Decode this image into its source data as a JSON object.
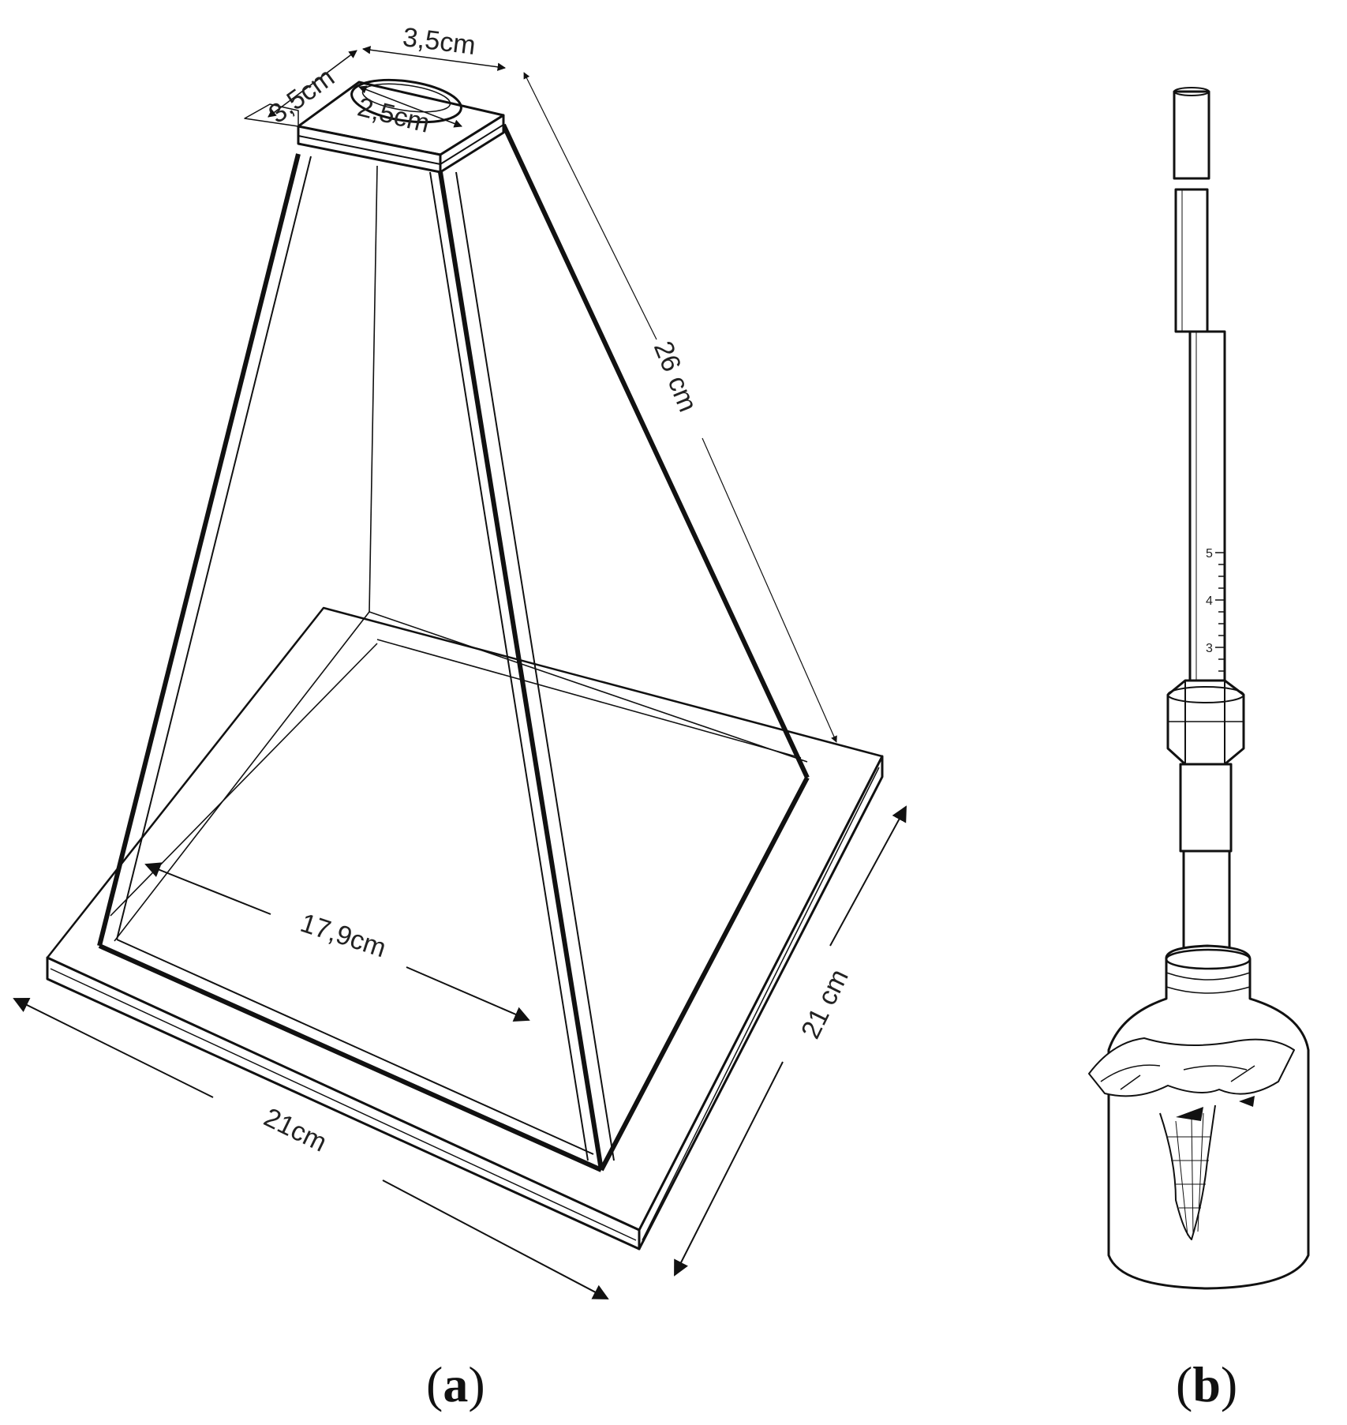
{
  "panels": [
    {
      "caption_open": "(",
      "caption_letter": "a",
      "caption_close": ")",
      "dimensions": {
        "top_width": "3,5cm",
        "top_depth": "3,5cm",
        "hole_diameter": "2,5cm",
        "slant_height": "26 cm",
        "inner_width": "17,9cm",
        "base_front": "21cm",
        "base_side": "21 cm"
      }
    },
    {
      "caption_open": "(",
      "caption_letter": "b",
      "caption_close": ")",
      "scale_ticks": [
        "5",
        "4",
        "3"
      ]
    }
  ],
  "colors": {
    "ink": "#111111",
    "background": "#ffffff"
  }
}
